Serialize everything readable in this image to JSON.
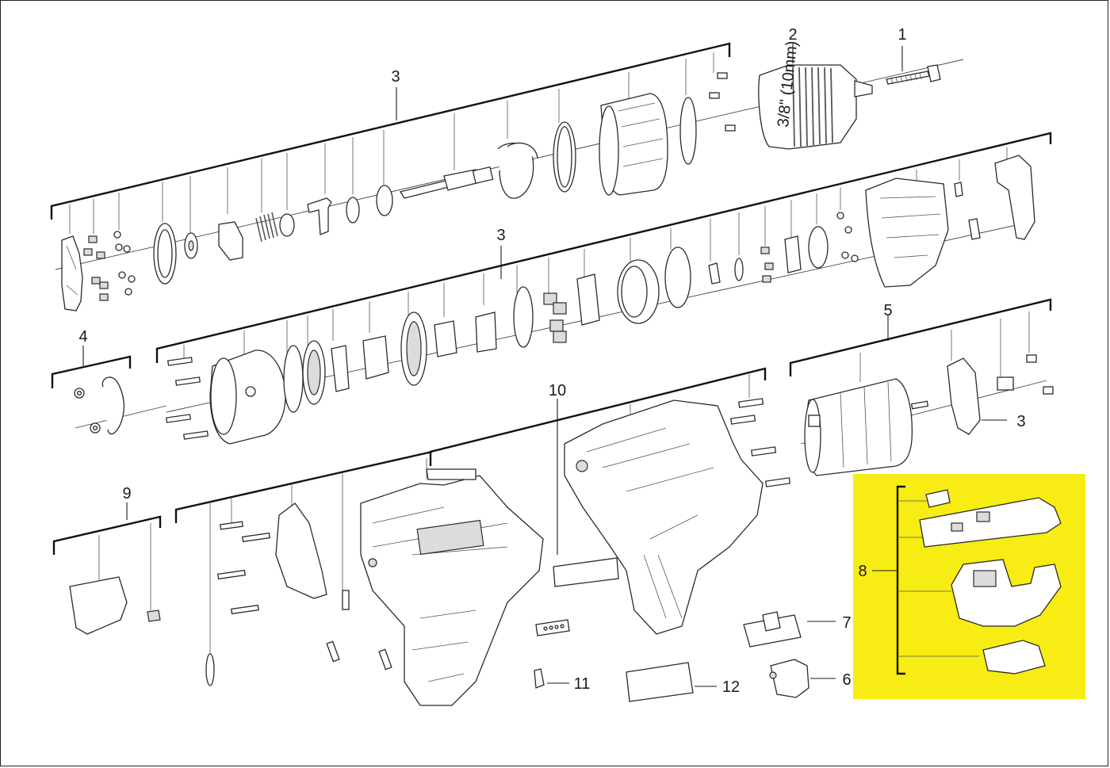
{
  "labels": {
    "l1": "1",
    "l2": "2",
    "l3a": "3",
    "l3b": "3",
    "l3c": "3",
    "l4": "4",
    "l5": "5",
    "l6": "6",
    "l7": "7",
    "l8": "8",
    "l9": "9",
    "l10": "10",
    "l11": "11",
    "l12": "12"
  },
  "chuck_marking": "3/8\" (10mm)",
  "colors": {
    "highlight_box": "#f7ec13",
    "line": "#1a1a1a",
    "background": "#ffffff"
  }
}
